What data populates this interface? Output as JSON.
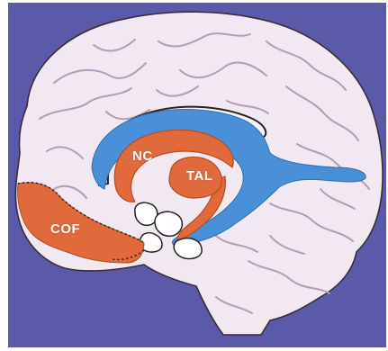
{
  "labels": {
    "nc": "NC",
    "tal": "TAL",
    "cof": "COF"
  },
  "colors": {
    "background": "#5a5aa8",
    "brain": "#f1e8f1",
    "brain_shadow": "#cdb8cf",
    "gyri_lines": "#b59ab9",
    "ventricle": "#4a90d9",
    "highlight": "#e06a3c",
    "highlight_dark": "#c44d22",
    "outline": "#222222"
  },
  "icons": {
    "ventricle": "lateral-ventricle-shape",
    "nucleus": "caudate-nucleus-shape",
    "thalamus": "thalamus-shape",
    "cortex": "orbitofrontal-cortex-shape"
  }
}
